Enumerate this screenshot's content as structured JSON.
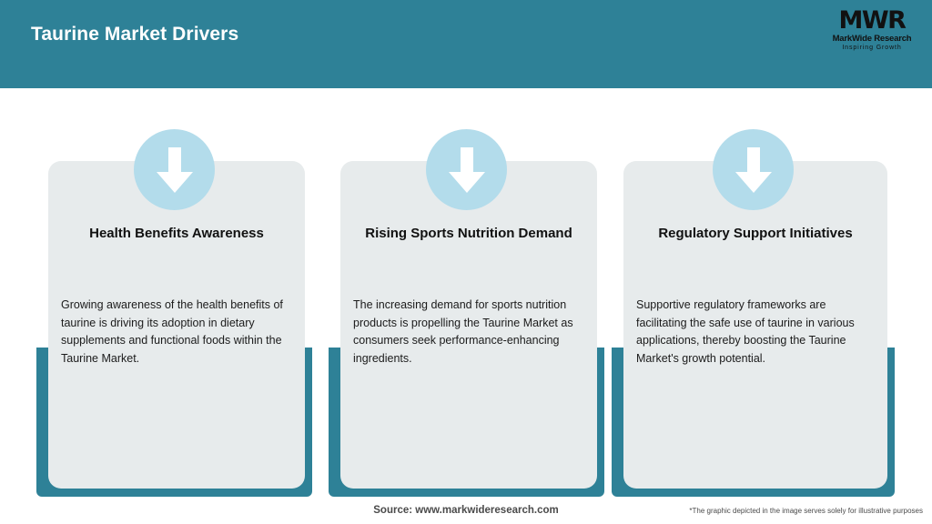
{
  "header": {
    "title": "Taurine Market Drivers",
    "band_color": "#2e8197",
    "title_color": "#ffffff"
  },
  "logo": {
    "mark": "MWR",
    "name": "MarkWide Research",
    "tagline": "Inspiring Growth"
  },
  "cards": [
    {
      "icon": "arrow-down-icon",
      "title": "Health Benefits Awareness",
      "body": "Growing awareness of the health benefits of taurine is driving its adoption in dietary supplements and functional foods within the Taurine Market."
    },
    {
      "icon": "arrow-down-icon",
      "title": "Rising Sports Nutrition Demand",
      "body": "The increasing demand for sports nutrition products is propelling the Taurine Market as consumers seek performance-enhancing ingredients."
    },
    {
      "icon": "arrow-down-icon",
      "title": "Regulatory Support Initiatives",
      "body": "Supportive regulatory frameworks are facilitating the safe use of taurine in various applications, thereby boosting the Taurine Market's growth potential."
    }
  ],
  "footer": {
    "source": "Source: www.markwideresearch.com",
    "disclaimer": "*The graphic depicted in the image serves solely for illustrative purposes"
  },
  "colors": {
    "teal": "#2e8197",
    "panel": "#e7ebec",
    "circle": "#b3dceb",
    "arrow": "#ffffff"
  }
}
